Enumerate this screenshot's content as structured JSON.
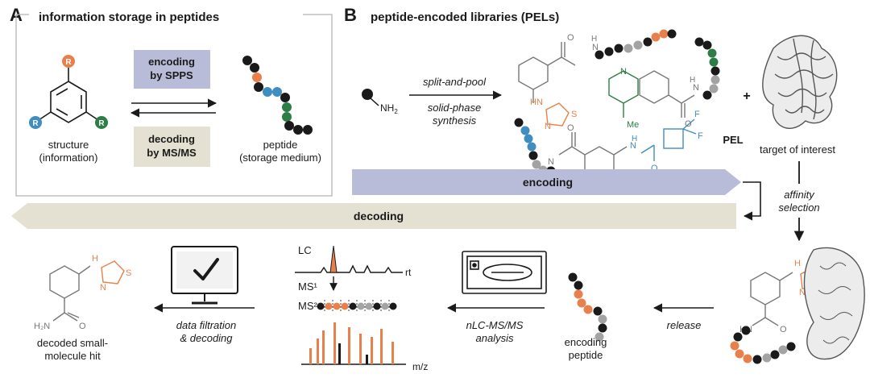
{
  "panel_a": {
    "letter": "A",
    "title": "information storage in peptides",
    "encoding_line1": "encoding",
    "encoding_line2": "by SPPS",
    "decoding_line1": "decoding",
    "decoding_line2": "by MS/MS",
    "structure_line1": "structure",
    "structure_line2": "(information)",
    "peptide_line1": "peptide",
    "peptide_line2": "(storage medium)",
    "r_label": "R"
  },
  "panel_b": {
    "letter": "B",
    "title": "peptide-encoded libraries (PELs)",
    "nh2": "NH",
    "nh2_sub": "2",
    "split_and_pool": "split-and-pool",
    "solid_phase_1": "solid-phase",
    "solid_phase_2": "synthesis",
    "pel_label": "PEL",
    "plus": "+",
    "target_label": "target of interest",
    "encoding_bar": "encoding",
    "decoding_bar": "decoding",
    "affinity_1": "affinity",
    "affinity_2": "selection",
    "release": "release",
    "encoding_peptide_1": "encoding",
    "encoding_peptide_2": "peptide",
    "nlc_1": "nLC-MS/MS",
    "nlc_2": "analysis",
    "lc": "LC",
    "rt": "rt",
    "ms1": "MS¹",
    "ms2": "MS²",
    "mz": "m/z",
    "data_filtration_1": "data filtration",
    "data_filtration_2": "& decoding",
    "decoded_1": "decoded small-",
    "decoded_2": "molecule hit",
    "atoms": {
      "N": "N",
      "S": "S",
      "H": "H",
      "O": "O",
      "F": "F",
      "Me": "Me",
      "HN": "HN",
      "H2N": "H₂N",
      "HN_label": "H"
    }
  },
  "colors": {
    "orange": "#e8804b",
    "blue": "#3f8ebf",
    "green": "#2e7d46",
    "gray": "#a3a3a3",
    "black": "#1a1a1a",
    "encoding_fill": "#b9bcd9",
    "decoding_fill": "#e4e1d3"
  }
}
